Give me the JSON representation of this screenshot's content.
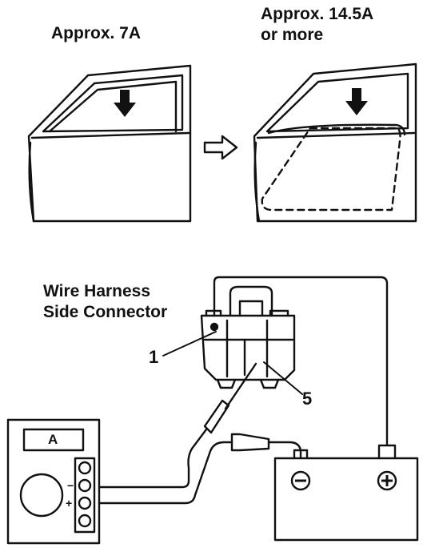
{
  "labels": {
    "left_current": "Approx. 7A",
    "right_current_line1": "Approx. 14.5A",
    "right_current_line2": "or more",
    "connector_line1": "Wire Harness",
    "connector_line2": "Side Connector",
    "terminal_1": "1",
    "terminal_5": "5"
  },
  "meter": {
    "display": "A",
    "minus": "−",
    "plus": "+"
  },
  "battery": {
    "negative_icon": "minus-circle-icon",
    "positive_icon": "plus-circle-icon"
  },
  "icons": [
    "down-arrow-icon",
    "hollow-right-arrow-icon"
  ],
  "colors": {
    "ink": "#111111",
    "background": "#ffffff"
  }
}
